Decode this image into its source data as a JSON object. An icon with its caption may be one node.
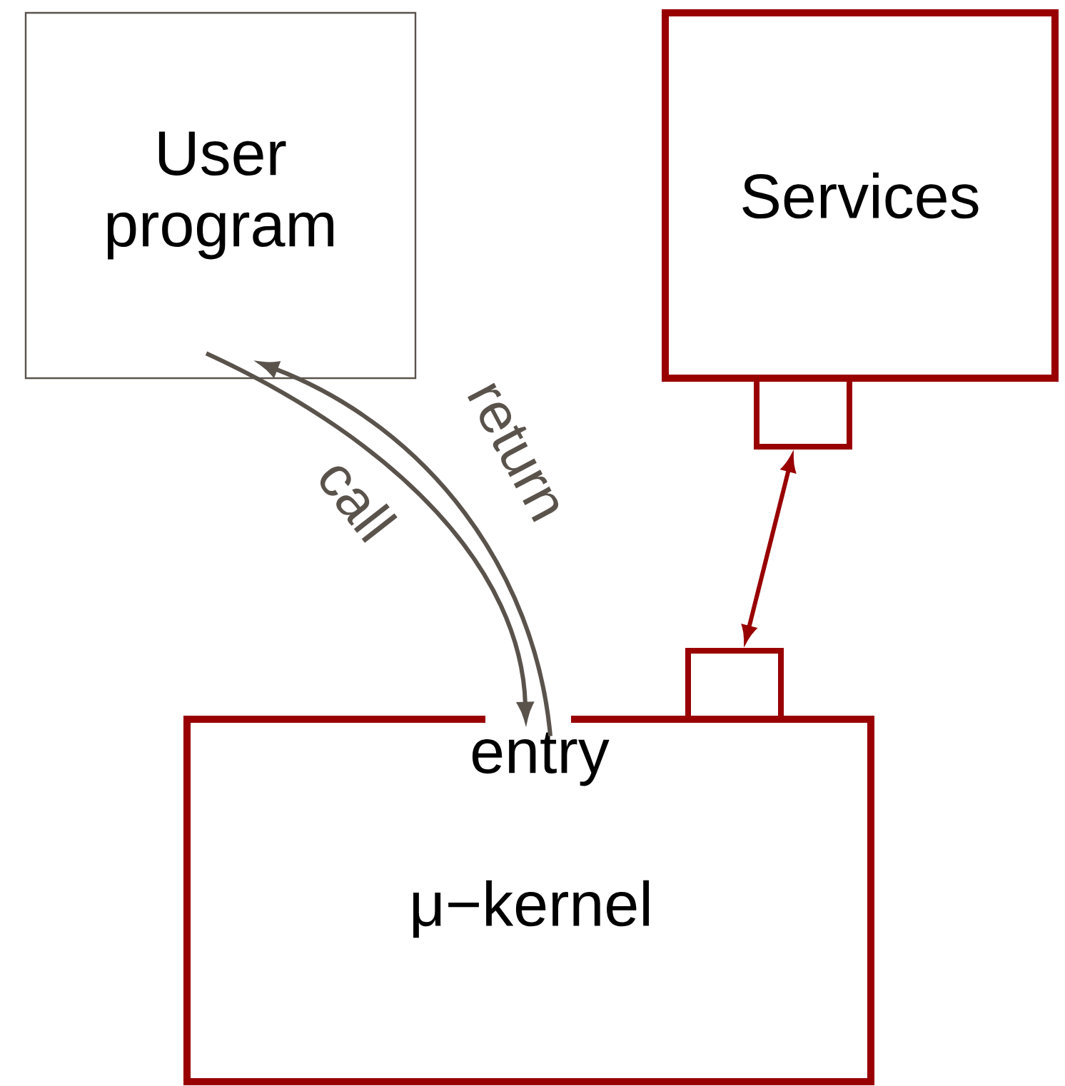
{
  "diagram": {
    "nodes": [
      {
        "text": [
          "User program"
        ]
      },
      {
        "text": [
          "Services"
        ]
      },
      {
        "text": [],
        "shape": "box"
      },
      {
        "text": [],
        "shape": "box"
      },
      {
        "text": [
          "entry",
          "μ−kernel"
        ]
      }
    ],
    "edges": [
      {
        "from": 0,
        "to": 4,
        "arrow": "to",
        "label": "call"
      },
      {
        "from": 4,
        "to": 0,
        "arrow": "to",
        "label": "return"
      },
      {
        "from": 2,
        "to": 3,
        "arrow": "both",
        "color": "#990000"
      }
    ]
  }
}
